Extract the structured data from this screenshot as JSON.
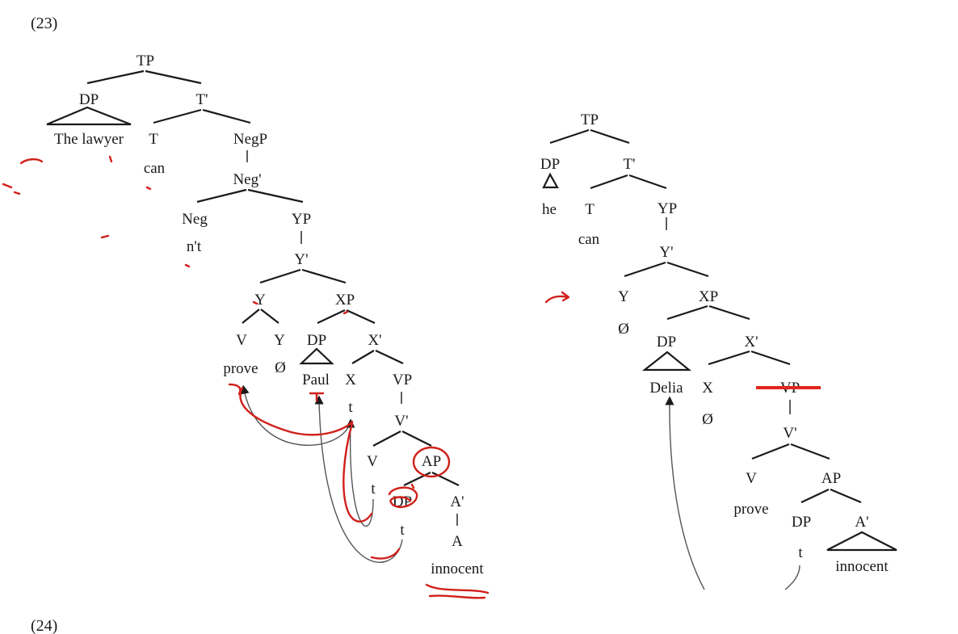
{
  "example_23": "(23)",
  "example_24": "(24)",
  "tree_left": {
    "tp": "TP",
    "dp": "DP",
    "t_bar": "T'",
    "subject": "The lawyer",
    "t": "T",
    "can": "can",
    "negp": "NegP",
    "neg_bar": "Neg'",
    "neg": "Neg",
    "nt": "n't",
    "yp": "YP",
    "y_bar": "Y'",
    "y": "Y",
    "xp": "XP",
    "v1": "V",
    "y2": "Y",
    "dp2": "DP",
    "x_bar": "X'",
    "prove": "prove",
    "null1": "Ø",
    "paul": "Paul",
    "x": "X",
    "vp": "VP",
    "trace_x": "t",
    "v_bar": "V'",
    "v2": "V",
    "ap": "AP",
    "trace_v": "t",
    "dp3": "DP",
    "a_bar": "A'",
    "trace_dp": "t",
    "a": "A",
    "innocent": "innocent"
  },
  "tree_right": {
    "tp": "TP",
    "dp": "DP",
    "t_bar": "T'",
    "he": "he",
    "t": "T",
    "can": "can",
    "yp": "YP",
    "y_bar": "Y'",
    "y": "Y",
    "null_y": "Ø",
    "xp": "XP",
    "dp2": "DP",
    "x_bar": "X'",
    "delia": "Delia",
    "x": "X",
    "null_x": "Ø",
    "vp": "VP",
    "v_bar": "V'",
    "v": "V",
    "ap": "AP",
    "prove": "prove",
    "dp3": "DP",
    "a_bar": "A'",
    "trace": "t",
    "innocent": "innocent"
  },
  "colors": {
    "ink": "#1a1a1a",
    "annotation": "#d0201a"
  }
}
